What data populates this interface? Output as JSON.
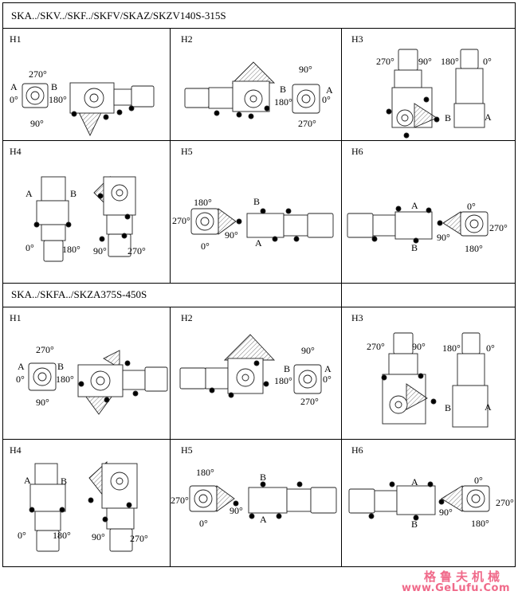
{
  "sections": [
    {
      "title": "SKA../SKV../SKF../SKFV/SKAZ/SKZV140S-315S",
      "cells": [
        {
          "label": "H1",
          "angles": [
            "270°",
            "90°",
            "0°",
            "180°"
          ],
          "sides": [
            "A",
            "B"
          ]
        },
        {
          "label": "H2",
          "angles": [
            "90°",
            "270°",
            "180°",
            "0°"
          ],
          "sides": [
            "B",
            "A"
          ]
        },
        {
          "label": "H3",
          "angles": [
            "270°",
            "90°",
            "180°",
            "0°"
          ],
          "sides": [
            "B",
            "A"
          ]
        },
        {
          "label": "H4",
          "angles": [
            "0°",
            "180°",
            "90°",
            "270°"
          ],
          "sides": [
            "A",
            "B"
          ]
        },
        {
          "label": "H5",
          "angles": [
            "180°",
            "270°",
            "90°",
            "0°"
          ],
          "sides": [
            "B",
            "A"
          ]
        },
        {
          "label": "H6",
          "angles": [
            "0°",
            "270°",
            "90°",
            "180°"
          ],
          "sides": [
            "A",
            "B"
          ]
        }
      ]
    },
    {
      "title": "SKA../SKFA../SKZA375S-450S",
      "cells": [
        {
          "label": "H1",
          "angles": [
            "270°",
            "90°",
            "0°",
            "180°"
          ],
          "sides": [
            "A",
            "B"
          ]
        },
        {
          "label": "H2",
          "angles": [
            "90°",
            "270°",
            "180°",
            "0°"
          ],
          "sides": [
            "B",
            "A"
          ]
        },
        {
          "label": "H3",
          "angles": [
            "270°",
            "90°",
            "180°",
            "0°"
          ],
          "sides": [
            "B",
            "A"
          ]
        },
        {
          "label": "H4",
          "angles": [
            "0°",
            "180°",
            "90°",
            "270°"
          ],
          "sides": [
            "A",
            "B"
          ]
        },
        {
          "label": "H5",
          "angles": [
            "180°",
            "270°",
            "90°",
            "0°"
          ],
          "sides": [
            "B",
            "A"
          ]
        },
        {
          "label": "H6",
          "angles": [
            "0°",
            "270°",
            "90°",
            "180°"
          ],
          "sides": [
            "A",
            "B"
          ]
        }
      ]
    }
  ],
  "watermark": {
    "cn": "格鲁夫机械",
    "url": "www.GeLufu.Com",
    "color": "#f06a8a"
  }
}
